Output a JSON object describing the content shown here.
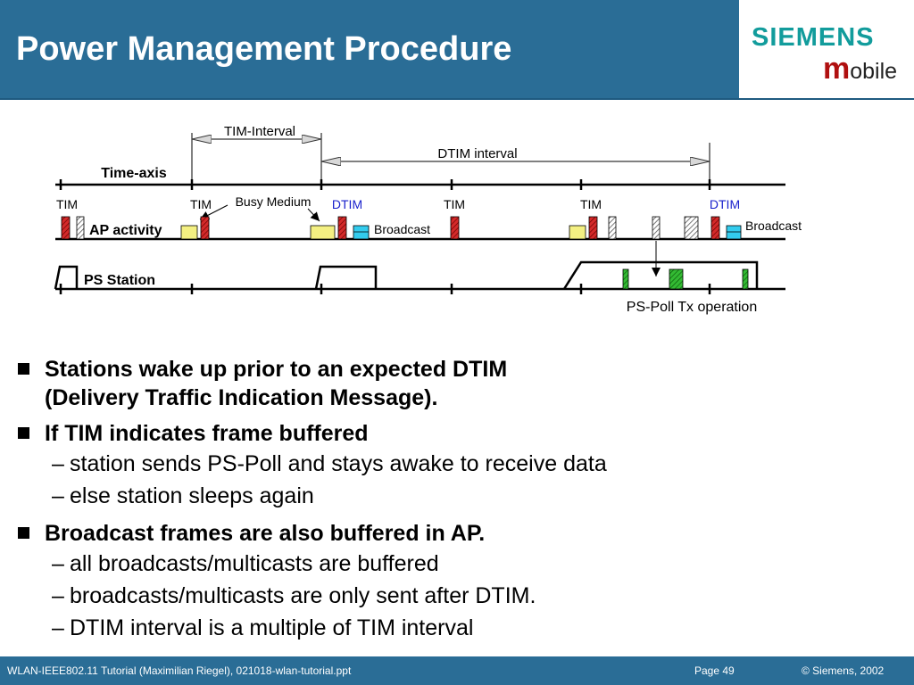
{
  "header": {
    "title": "Power Management Procedure",
    "logo_brand": "SIEMENS",
    "logo_sub_m": "m",
    "logo_sub_rest": "obile"
  },
  "diagram": {
    "tim_interval_label": "TIM-Interval",
    "dtim_interval_label": "DTIM interval",
    "time_axis_label": "Time-axis",
    "ap_activity_label": "AP activity",
    "ps_station_label": "PS Station",
    "busy_medium_label": "Busy Medium",
    "ps_poll_label": "PS-Poll Tx operation",
    "beacon_labels": [
      "TIM",
      "TIM",
      "DTIM",
      "TIM",
      "TIM",
      "DTIM"
    ],
    "broadcast_labels": [
      "Broadcast",
      "Broadcast"
    ],
    "colors": {
      "beacon": "#d42a2a",
      "busy": "#f4f082",
      "broadcast": "#33ccee",
      "frame": "#bbbbbb",
      "ps_poll": "#33bb33",
      "dtim_text": "#1a22cc"
    }
  },
  "bullets": [
    {
      "text": "Stations wake up prior to an expected DTIM",
      "text2": "(Delivery Traffic Indication Message).",
      "subs": []
    },
    {
      "text": "If TIM indicates frame buffered",
      "subs": [
        "station sends PS-Poll and stays awake to receive data",
        "else station sleeps again"
      ]
    },
    {
      "text": "Broadcast frames are also buffered in AP.",
      "subs": [
        "all broadcasts/multicasts are buffered",
        "broadcasts/multicasts are only sent after DTIM.",
        "DTIM interval is a multiple of TIM interval"
      ]
    }
  ],
  "footer": {
    "left": "WLAN-IEEE802.11 Tutorial (Maximilian Riegel), 021018-wlan-tutorial.ppt",
    "page": "Page 49",
    "copyright": "© Siemens, 2002"
  }
}
